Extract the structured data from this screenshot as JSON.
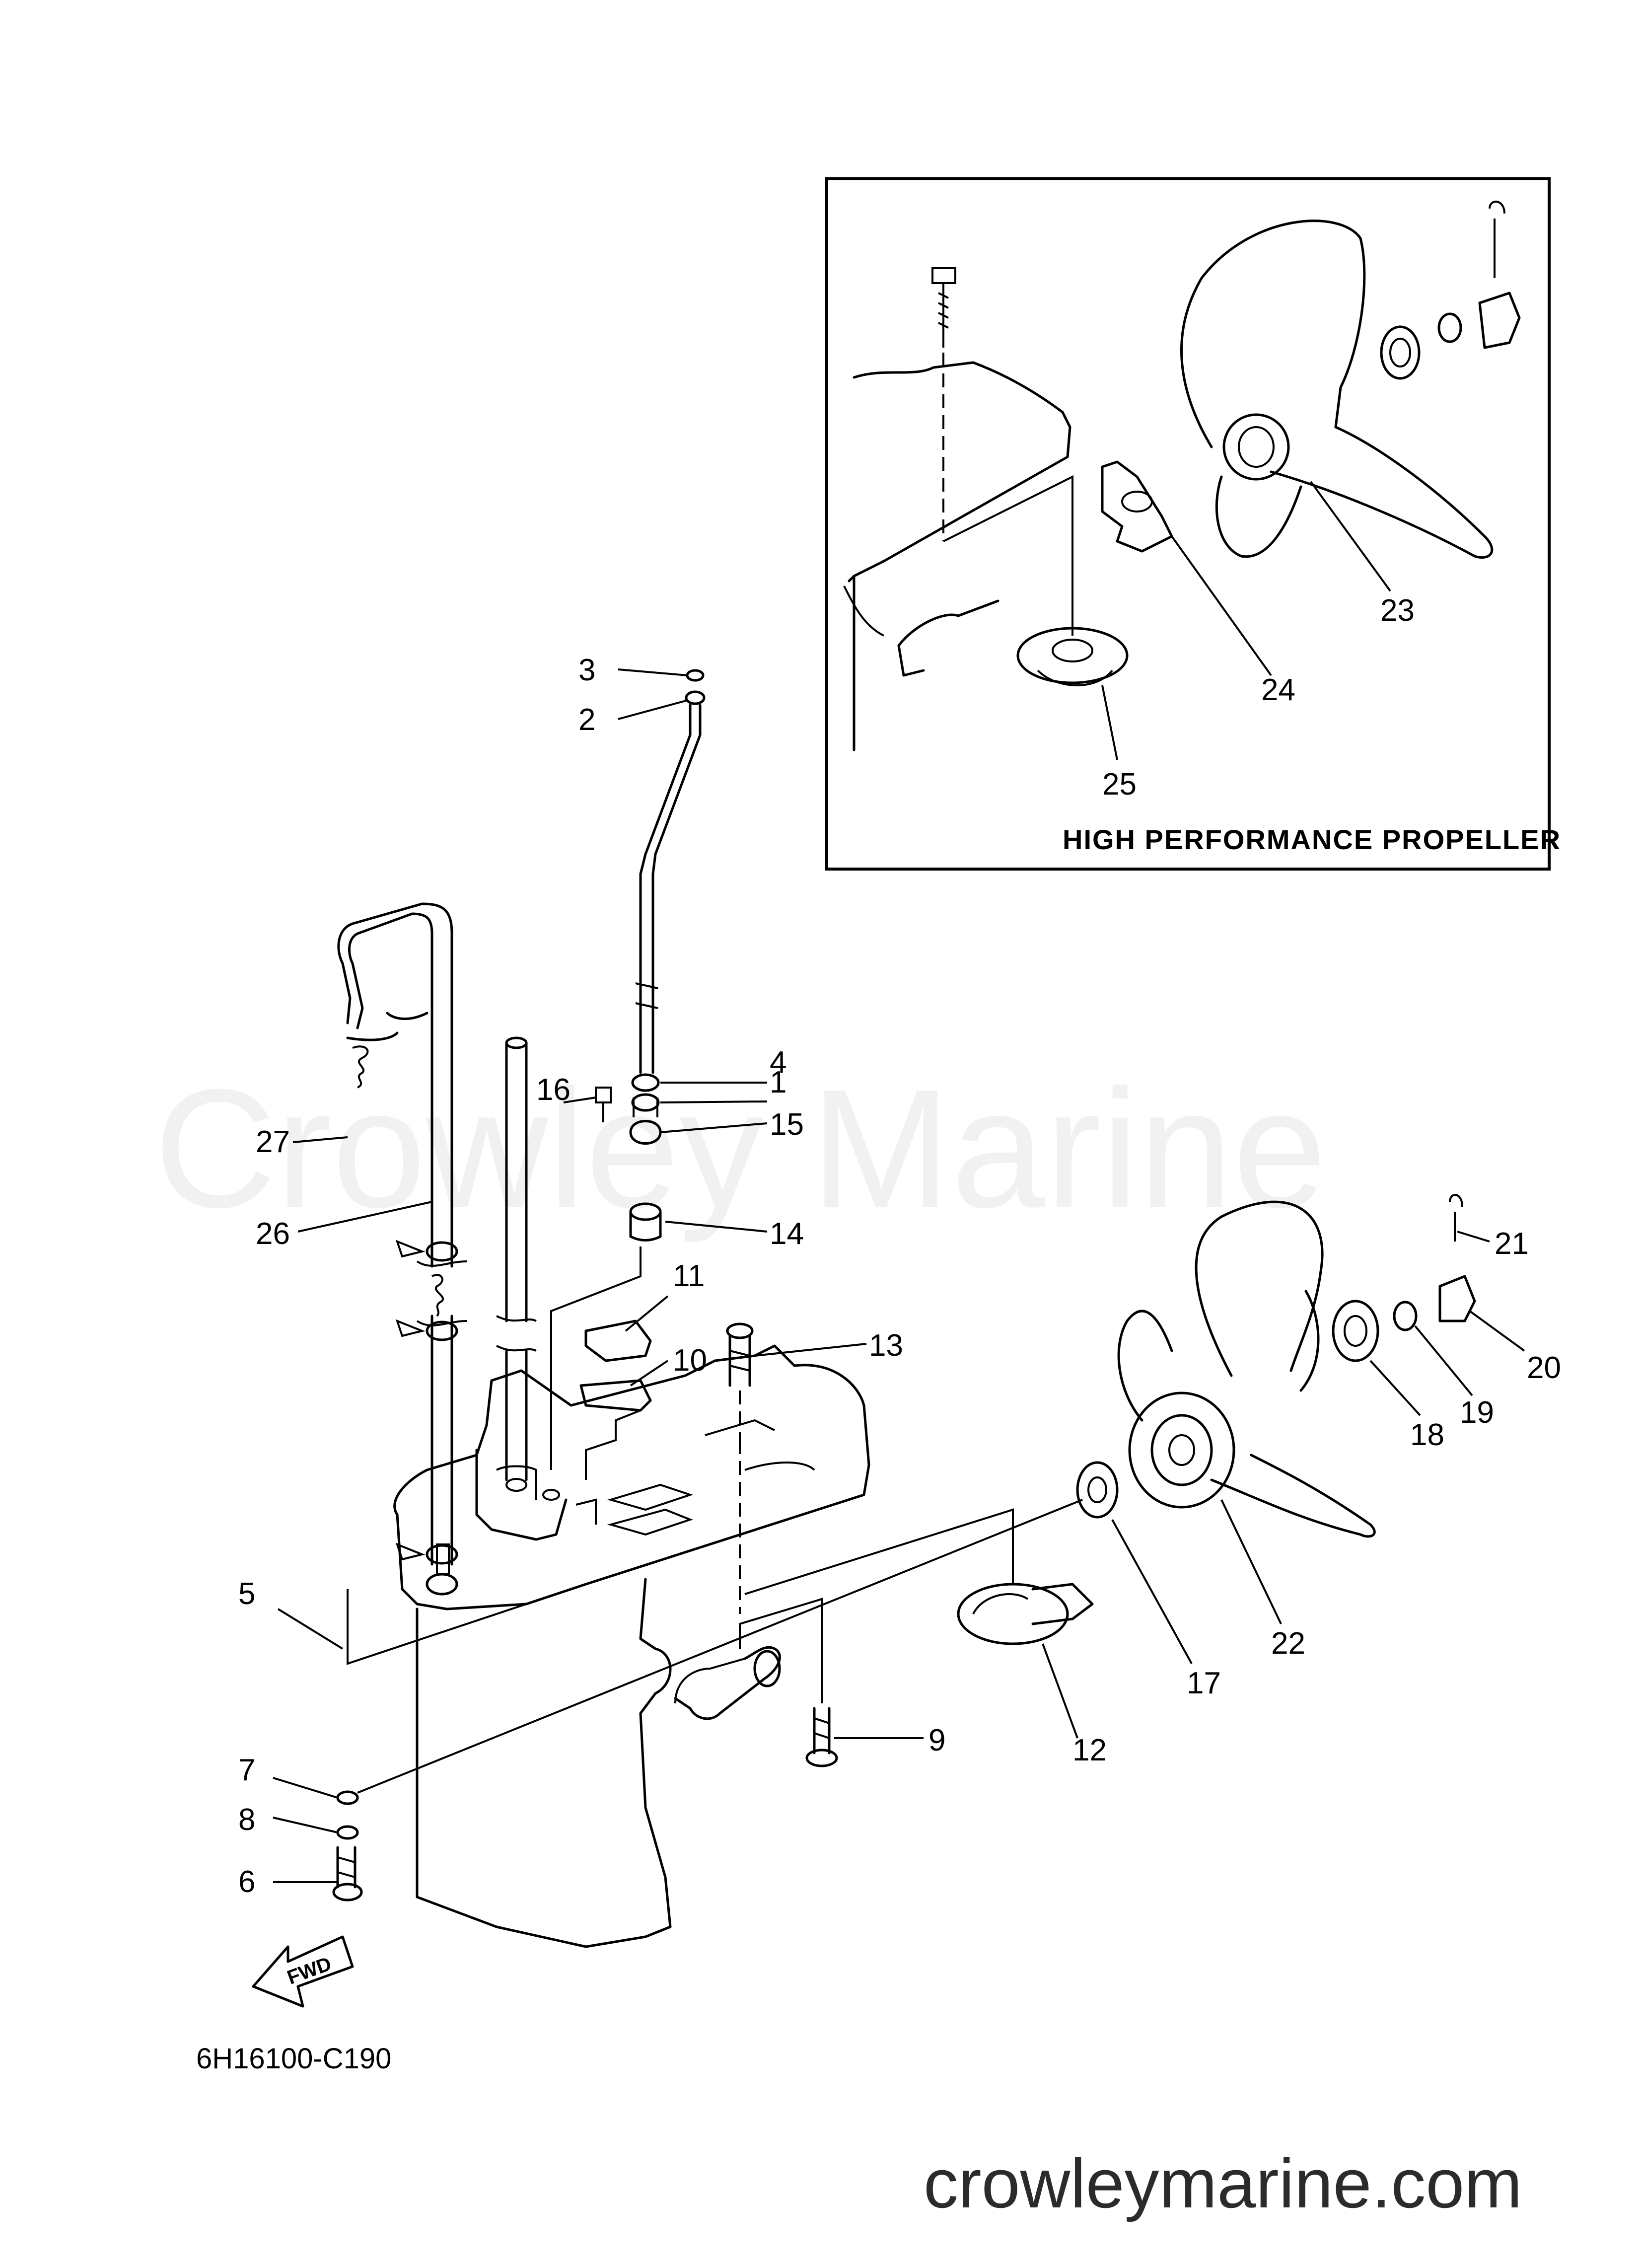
{
  "watermark": "Crowley Marine",
  "footer_url": "crowleymarine.com",
  "diagram_code": "6H16100-C190",
  "inset": {
    "title": "HIGH PERFORMANCE PROPELLER"
  },
  "direction_label": "FWD",
  "callouts": [
    {
      "id": "c1",
      "text": "1"
    },
    {
      "id": "c2",
      "text": "2"
    },
    {
      "id": "c3",
      "text": "3"
    },
    {
      "id": "c4",
      "text": "4"
    },
    {
      "id": "c5",
      "text": "5"
    },
    {
      "id": "c6",
      "text": "6"
    },
    {
      "id": "c7",
      "text": "7"
    },
    {
      "id": "c8",
      "text": "8"
    },
    {
      "id": "c9",
      "text": "9"
    },
    {
      "id": "c10",
      "text": "10"
    },
    {
      "id": "c11",
      "text": "11"
    },
    {
      "id": "c12",
      "text": "12"
    },
    {
      "id": "c13",
      "text": "13"
    },
    {
      "id": "c14",
      "text": "14"
    },
    {
      "id": "c15",
      "text": "15"
    },
    {
      "id": "c16",
      "text": "16"
    },
    {
      "id": "c17",
      "text": "17"
    },
    {
      "id": "c18",
      "text": "18"
    },
    {
      "id": "c19",
      "text": "19"
    },
    {
      "id": "c20",
      "text": "20"
    },
    {
      "id": "c21",
      "text": "21"
    },
    {
      "id": "c22",
      "text": "22"
    },
    {
      "id": "c23",
      "text": "23"
    },
    {
      "id": "c24",
      "text": "24"
    },
    {
      "id": "c25",
      "text": "25"
    },
    {
      "id": "c26",
      "text": "26"
    },
    {
      "id": "c27",
      "text": "27"
    }
  ]
}
